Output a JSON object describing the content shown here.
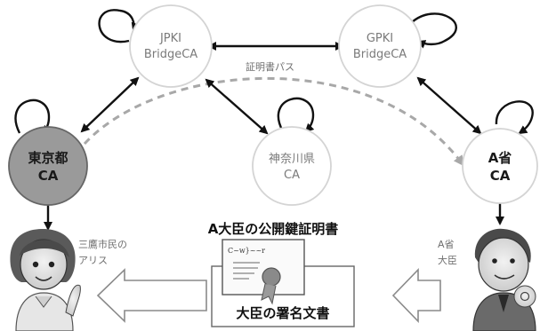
{
  "nodes": {
    "jpki": {
      "line1": "JPKI",
      "line2": "BridgeCA"
    },
    "gpki": {
      "line1": "GPKI",
      "line2": "BridgeCA"
    },
    "tokyo": {
      "line1": "東京都",
      "line2": "CA"
    },
    "kanagawa": {
      "line1": "神奈川県",
      "line2": "CA"
    },
    "ministry": {
      "line1": "A省",
      "line2": "CA"
    }
  },
  "labels": {
    "cert_path": "証明書パス",
    "resident_line1": "三鷹市民の",
    "resident_line2": "アリス",
    "minister_line1": "A省",
    "minister_line2": "大臣"
  },
  "document": {
    "title": "A大臣の公開鍵証明書",
    "signed_doc": "大臣の署名文書",
    "cert_scribble": "C~w}~~r"
  },
  "colors": {
    "tokyo_fill": "#9a9a9a",
    "node_stroke": "#cfcfcf",
    "dashed_path": "#a8a8a8",
    "arrow": "#111111",
    "hollow_arrow_stroke": "#8a8a8a"
  }
}
